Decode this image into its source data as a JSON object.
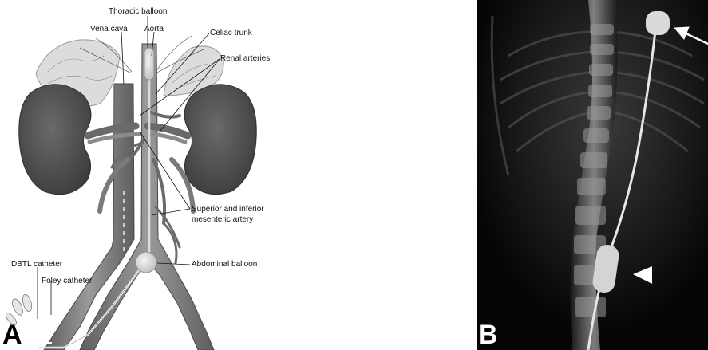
{
  "panel_a": {
    "letter": "A",
    "labels": {
      "thoracic_balloon": "Thoracic balloon",
      "vena_cava": "Vena cava",
      "aorta": "Aorta",
      "celiac_trunk": "Celiac trunk",
      "renal_arteries": "Renal arteries",
      "mesenteric_line1": "Superior and inferior",
      "mesenteric_line2": "mesenteric artery",
      "abdominal_balloon": "Abdominal balloon",
      "dbtl_catheter": "DBTL catheter",
      "foley_catheter": "Foley catheter"
    }
  },
  "panel_b": {
    "letter": "B"
  },
  "colors": {
    "kidney": "#4d4d4d",
    "vessel_dark": "#6b6b6b",
    "vessel_light": "#a8a8a8",
    "adrenal": "#d8d8d8",
    "xray_bg": "#000000"
  }
}
